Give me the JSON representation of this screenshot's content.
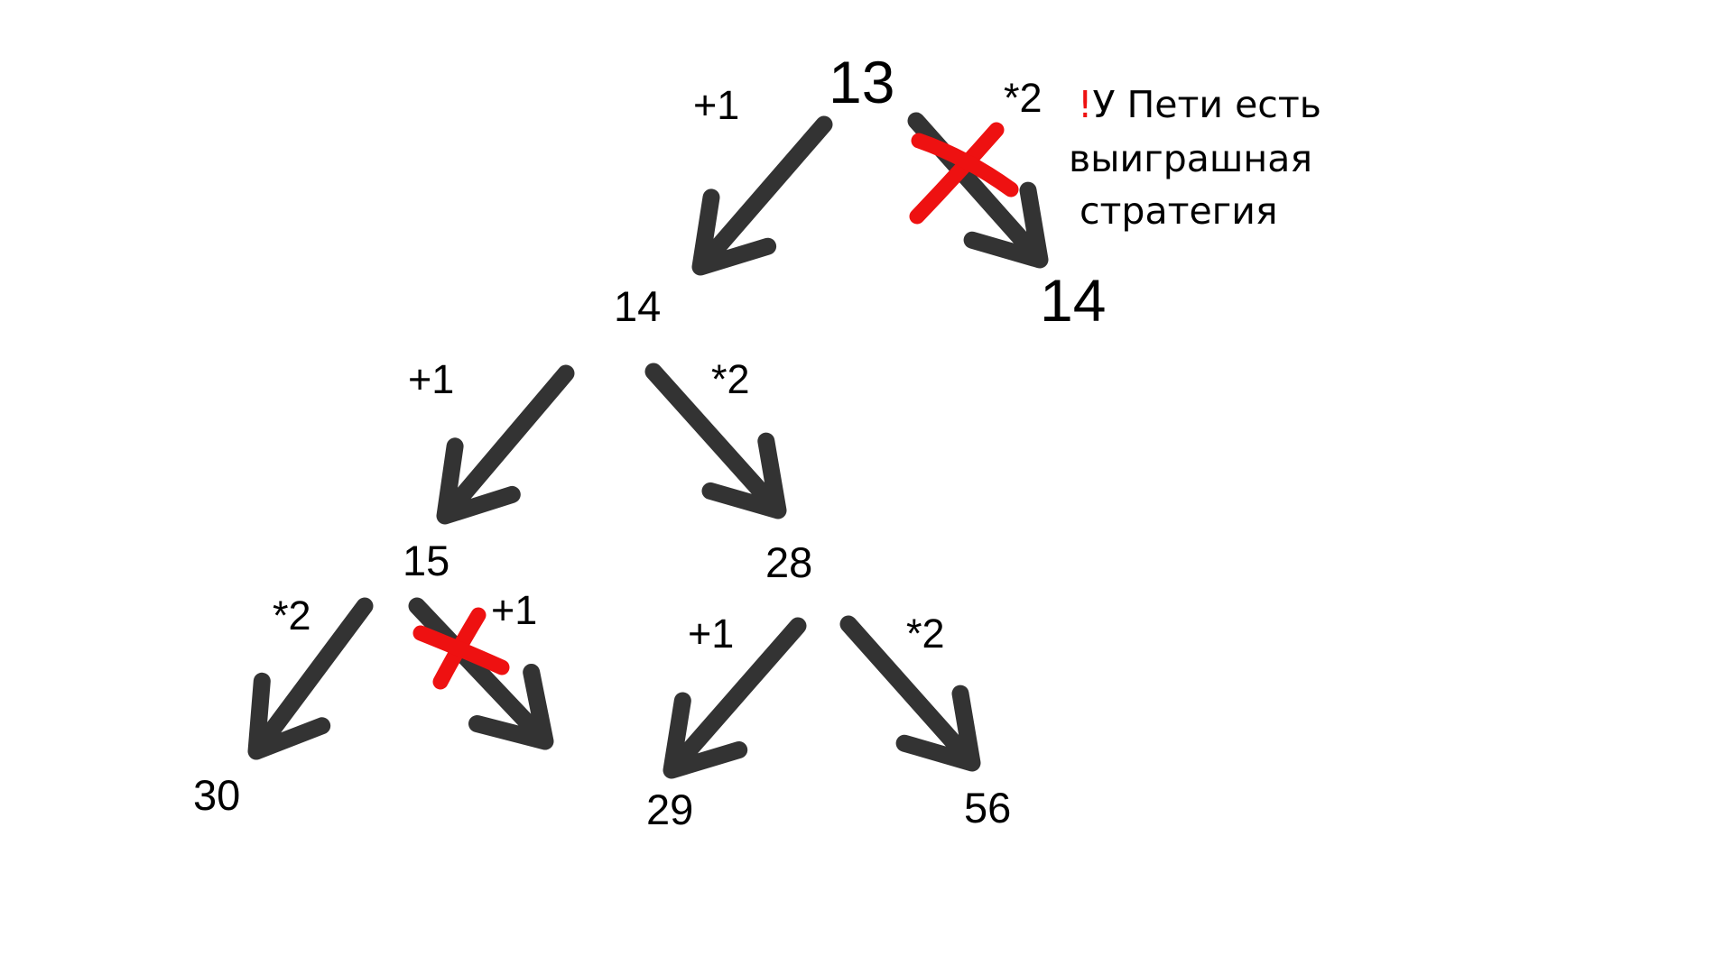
{
  "colors": {
    "arrow": "#333333",
    "cross": "#ee1111",
    "text": "#000000",
    "background": "#ffffff"
  },
  "root": {
    "value": "13"
  },
  "top_branches": {
    "left": {
      "op": "+1",
      "value": "14"
    },
    "right": {
      "op": "*2",
      "value": "14",
      "crossed": true
    }
  },
  "level2": {
    "left": {
      "op": "+1",
      "value": "15"
    },
    "right": {
      "op": "*2",
      "value": "28"
    }
  },
  "level3": {
    "from_15": {
      "left": {
        "op": "*2",
        "value": "30"
      },
      "right": {
        "op": "+1",
        "crossed": true
      }
    },
    "from_28": {
      "left": {
        "op": "+1",
        "value": "29"
      },
      "right": {
        "op": "*2",
        "value": "56"
      }
    }
  },
  "note": {
    "exclamation": "!",
    "line1": "У Пети есть",
    "line2": "выиграшная",
    "line3": "стратегия"
  }
}
